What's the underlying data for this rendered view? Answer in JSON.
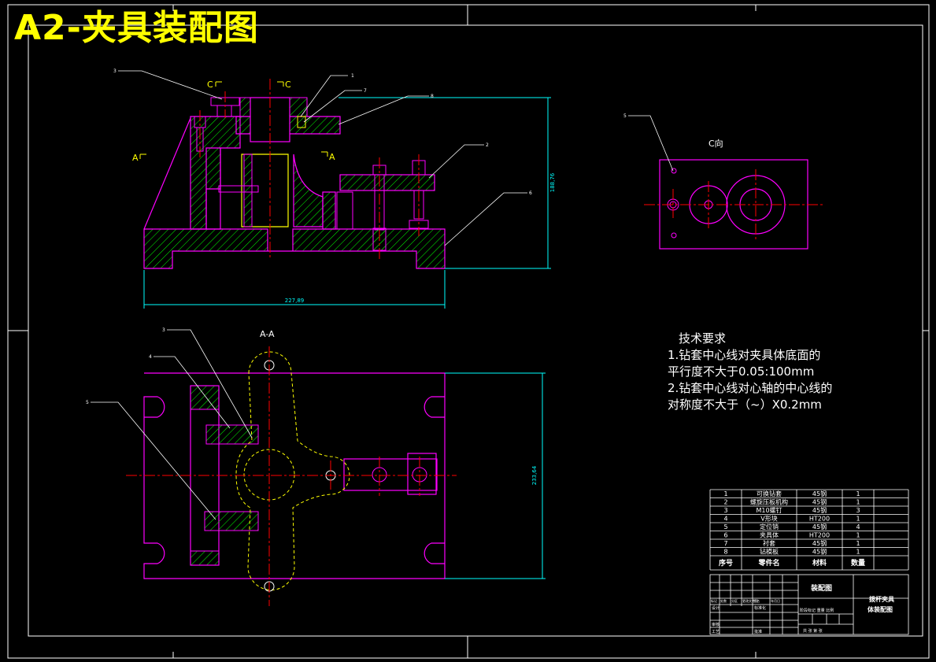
{
  "title": "A2-夹具装配图",
  "views": {
    "section_a_label": "A-A",
    "c_view_label": "C向",
    "cut_c_left": "C",
    "cut_c_right": "C",
    "cut_a_left": "A",
    "cut_a_right": "A"
  },
  "dimensions": {
    "front_width": "227,89",
    "front_height": "188,76",
    "plan_height": "233,64"
  },
  "callouts": {
    "front": [
      "3",
      "1",
      "7",
      "8",
      "2",
      "6"
    ],
    "plan": [
      "3",
      "4",
      "5"
    ],
    "cview": [
      "5"
    ]
  },
  "tech_requirements": {
    "heading": "技术要求",
    "lines": [
      "1.钻套中心线对夹具体底面的",
      "平行度不大于0.05:100mm",
      "2.钻套中心线对心轴的中心线的",
      "对称度不大于（~）X0.2mm"
    ]
  },
  "parts_list": {
    "header": [
      "序号",
      "零件名",
      "材料",
      "数量"
    ],
    "rows": [
      [
        "1",
        "可换钻套",
        "45钢",
        "1"
      ],
      [
        "2",
        "螺旋压板机构",
        "45钢",
        "1"
      ],
      [
        "3",
        "M10螺钉",
        "45钢",
        "3"
      ],
      [
        "4",
        "V形块",
        "HT200",
        "1"
      ],
      [
        "5",
        "定位销",
        "45钢",
        "4"
      ],
      [
        "6",
        "夹具体",
        "HT200",
        "1"
      ],
      [
        "7",
        "衬套",
        "45钢",
        "1"
      ],
      [
        "8",
        "钻模板",
        "45钢",
        "1"
      ]
    ]
  },
  "title_block": {
    "drawing_type": "装配图",
    "drawing_name_1": "拨杆夹具",
    "drawing_name_2": "体装配图",
    "row_labels": [
      "标记",
      "处数",
      "分区",
      "更改文件号",
      "签名",
      "年月日"
    ],
    "design_label": "设计",
    "standard_label": "标准化",
    "stage_labels": "阶段标记  重量  比例",
    "review_label": "审核",
    "craft_label": "工艺",
    "approve_label": "批准",
    "sheet_labels": "共  张  第  张"
  },
  "colors": {
    "frame": "#ffffff",
    "outline": "#ff00ff",
    "hatch": "#00ff00",
    "center": "#ff0000",
    "dim": "#00ffff",
    "hidden": "#ffff00",
    "title": "#ffff00"
  }
}
